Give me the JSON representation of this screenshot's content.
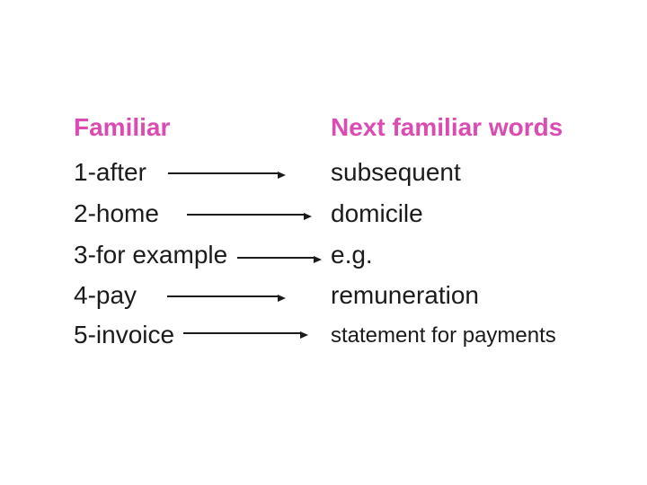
{
  "slide": {
    "headers": {
      "left": "Familiar",
      "right": "Next familiar words"
    },
    "rows": [
      {
        "familiar": "1-after",
        "next": "subsequent"
      },
      {
        "familiar": "2-home",
        "next": "domicile"
      },
      {
        "familiar": "3-for example",
        "next": "e.g."
      },
      {
        "familiar": "4-pay",
        "next": "remuneration"
      },
      {
        "familiar": "5-invoice",
        "next": "statement for payments"
      }
    ],
    "icons": {
      "arrow_right": "→"
    },
    "colors": {
      "heading_pink": "#dc4bb2",
      "text_ink": "#1b1b1b",
      "background": "#ffffff"
    }
  }
}
